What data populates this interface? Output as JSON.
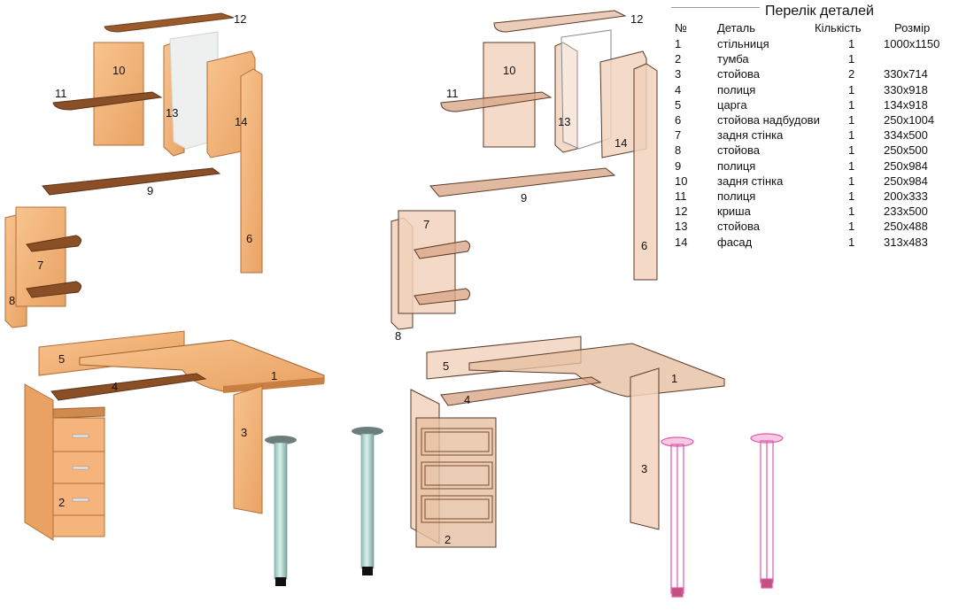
{
  "parts_list": {
    "title": "Перелік деталей",
    "headers": {
      "number": "№",
      "part": "Деталь",
      "quantity": "Кількість",
      "size": "Розмір"
    },
    "rows": [
      {
        "n": "1",
        "name": "стільниця",
        "qty": "1",
        "size": "1000x1150"
      },
      {
        "n": "2",
        "name": "тумба",
        "qty": "1",
        "size": ""
      },
      {
        "n": "3",
        "name": "стойова",
        "qty": "2",
        "size": "330x714"
      },
      {
        "n": "4",
        "name": "полиця",
        "qty": "1",
        "size": "330x918"
      },
      {
        "n": "5",
        "name": "царга",
        "qty": "1",
        "size": "134x918"
      },
      {
        "n": "6",
        "name": "стойова надбудови",
        "qty": "1",
        "size": "250x1004"
      },
      {
        "n": "7",
        "name": "задня стінка",
        "qty": "1",
        "size": "334x500"
      },
      {
        "n": "8",
        "name": "стойова",
        "qty": "1",
        "size": "250x500"
      },
      {
        "n": "9",
        "name": "полиця",
        "qty": "1",
        "size": "250x984"
      },
      {
        "n": "10",
        "name": "задня стінка",
        "qty": "1",
        "size": "250x984"
      },
      {
        "n": "11",
        "name": "полиця",
        "qty": "1",
        "size": "200x333"
      },
      {
        "n": "12",
        "name": "криша",
        "qty": "1",
        "size": "233x500"
      },
      {
        "n": "13",
        "name": "стойова",
        "qty": "1",
        "size": "250x488"
      },
      {
        "n": "14",
        "name": "фасад",
        "qty": "1",
        "size": "313x483"
      }
    ]
  },
  "left_view": {
    "labels": {
      "p1": "1",
      "p2": "2",
      "p3": "3",
      "p4": "4",
      "p5": "5",
      "p6": "6",
      "p7": "7",
      "p8": "8",
      "p9": "9",
      "p10": "10",
      "p11": "11",
      "p12": "12",
      "p13": "13",
      "p14": "14"
    }
  },
  "right_view": {
    "labels": {
      "p1": "1",
      "p2": "2",
      "p3": "3",
      "p4": "4",
      "p5": "5",
      "p6": "6",
      "p7": "7",
      "p8": "8",
      "p9": "9",
      "p10": "10",
      "p11": "11",
      "p12": "12",
      "p13": "13",
      "p14": "14"
    }
  },
  "colors": {
    "panel_fill": "#f5b47c",
    "panel_edge": "#a0622e",
    "shelf_dark": "#8a4f26",
    "wire_fill": "#f1d2bc",
    "wire_edge": "#5a3a28",
    "leg_fill": "#a9d6cd",
    "leg_cap": "#6b7e7b",
    "wire_leg": "#e058a8",
    "glass": "#eef0f0"
  }
}
